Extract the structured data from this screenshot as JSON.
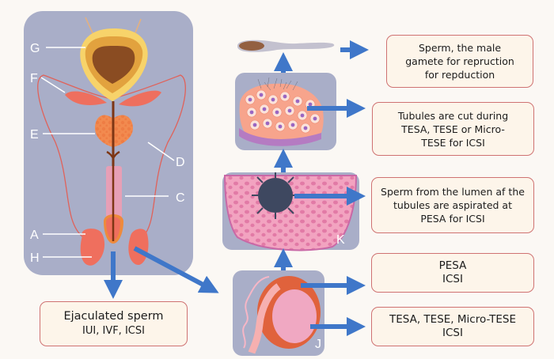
{
  "colors": {
    "background": "#fbf8f4",
    "panel": "#a9aec8",
    "arrow": "#3f77c9",
    "box_border": "#cf7272",
    "box_fill": "#fdf5ea"
  },
  "anatomy_labels": {
    "G": "G",
    "F": "F",
    "E": "E",
    "D": "D",
    "C": "C",
    "A": "A",
    "H": "H",
    "K": "K",
    "J": "J"
  },
  "boxes": {
    "ejaculated": {
      "title": "Ejaculated sperm",
      "sub": "IUI, IVF, ICSI"
    },
    "sperm": {
      "lines": [
        "Sperm, the male",
        "gamete for repruction",
        "for repduction"
      ]
    },
    "tubules": {
      "lines": [
        "Tubules are cut during",
        "TESA, TESE or Micro-",
        "TESE for ICSI"
      ]
    },
    "lumen": {
      "lines": [
        "Sperm from the lumen af the",
        "tubules are aspirated at",
        "PESA for ICSI"
      ]
    },
    "pesa": {
      "lines": [
        "PESA",
        "ICSI"
      ]
    },
    "tesa": {
      "lines": [
        "TESA, TESE, Micro-TESE",
        "ICSI"
      ]
    }
  }
}
